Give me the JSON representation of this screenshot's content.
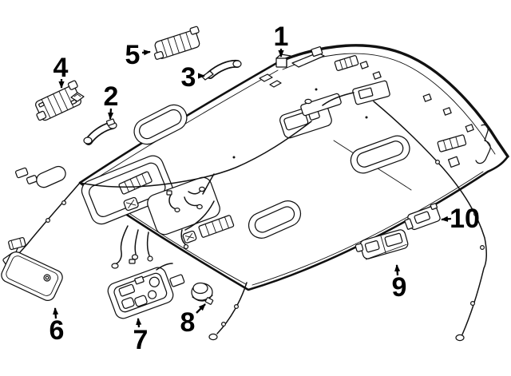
{
  "figure": {
    "type": "exploded-parts-diagram",
    "subject": "vehicle headliner and overhead interior trim",
    "background_color": "#ffffff",
    "line_color": "#111111"
  },
  "callouts": [
    {
      "number": "1",
      "part": "headliner-edge-clip"
    },
    {
      "number": "2",
      "part": "grab-handle-front"
    },
    {
      "number": "3",
      "part": "grab-handle-rear"
    },
    {
      "number": "4",
      "part": "visor-retainer-bracket"
    },
    {
      "number": "5",
      "part": "roof-bracket"
    },
    {
      "number": "6",
      "part": "sun-visor"
    },
    {
      "number": "7",
      "part": "overhead-console"
    },
    {
      "number": "8",
      "part": "microphone"
    },
    {
      "number": "9",
      "part": "dome-lamp"
    },
    {
      "number": "10",
      "part": "courtesy-lamp"
    }
  ]
}
